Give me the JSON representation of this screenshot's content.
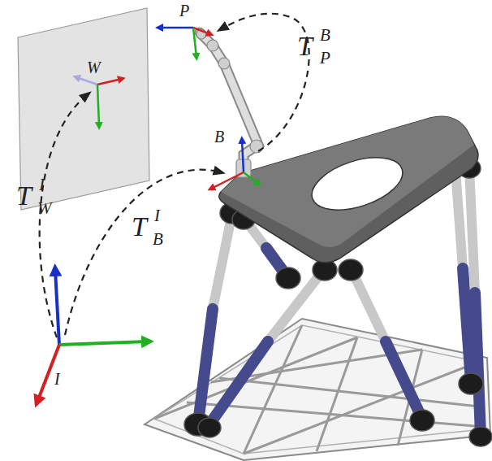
{
  "diagram": {
    "labels": [
      "P",
      "T",
      "B",
      "P",
      "W",
      "B",
      "T",
      "I",
      "W",
      "T",
      "I",
      "B",
      "I"
    ]
  }
}
